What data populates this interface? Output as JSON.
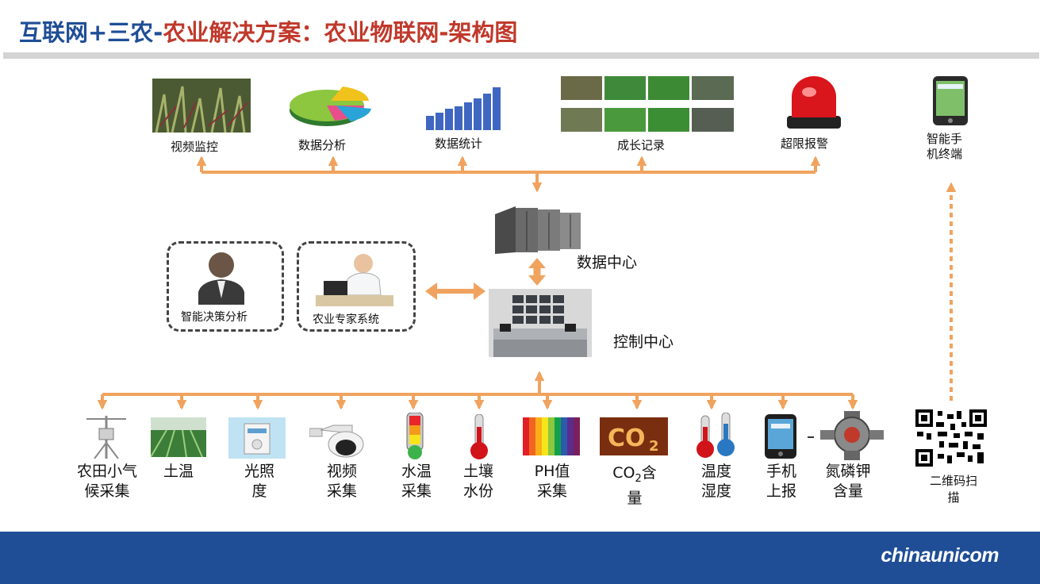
{
  "title": {
    "part1": "互联网+三农-",
    "part2": "农业解决方案：农业物联网-架构图"
  },
  "top_apps": [
    {
      "label": "视频监控"
    },
    {
      "label": "数据分析"
    },
    {
      "label": "数据统计"
    },
    {
      "label": "成长记录"
    },
    {
      "label": "超限报警"
    }
  ],
  "mobile": {
    "label_line1": "智能手",
    "label_line2": "机终端"
  },
  "data_center": {
    "label": "数据中心"
  },
  "control_center": {
    "label": "控制中心"
  },
  "side_panels": {
    "decision": "智能决策分析",
    "expert": "农业专家系统"
  },
  "sensors": [
    {
      "line1": "农田小气",
      "line2": "候采集"
    },
    {
      "line1": "土温",
      "line2": ""
    },
    {
      "line1": "光照",
      "line2": "度"
    },
    {
      "line1": "视频",
      "line2": "采集"
    },
    {
      "line1": "水温",
      "line2": "采集"
    },
    {
      "line1": "土壤",
      "line2": "水份"
    },
    {
      "line1": "PH值",
      "line2": "采集"
    },
    {
      "line1": "CO",
      "sub": "2",
      "line1b": "含",
      "line2": "量"
    },
    {
      "line1": "温度",
      "line2": "湿度"
    },
    {
      "line1": "手机",
      "line2": "上报"
    },
    {
      "line1": "氮磷钾",
      "line2": "含量"
    }
  ],
  "qr": {
    "line1": "二维码扫",
    "line2": "描"
  },
  "footer": {
    "brand": "chinaunicom"
  },
  "colors": {
    "arrow": "#f0a35e",
    "title_blue": "#1f4e96",
    "title_red": "#c0392b",
    "footer": "#1f4e96"
  }
}
